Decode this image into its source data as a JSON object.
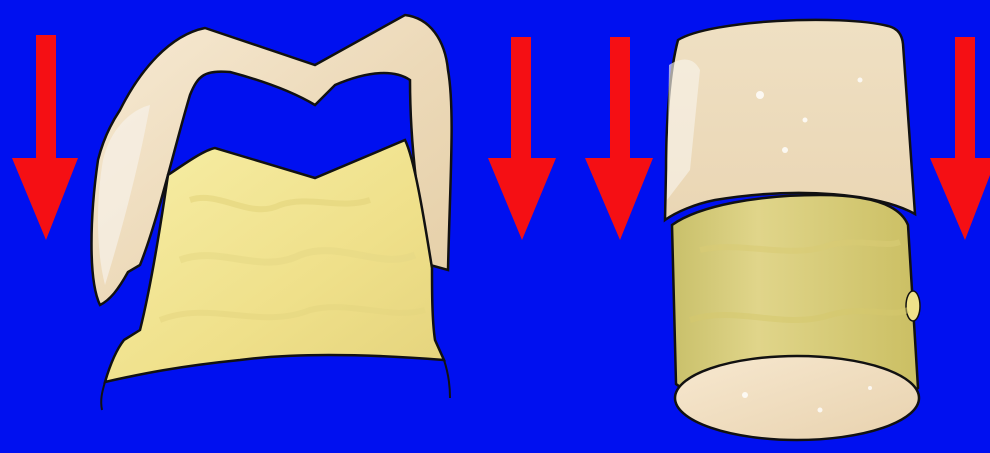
{
  "colors": {
    "background": "#0010f0",
    "arrow": "#f50f14",
    "crown": "#f3e1c2",
    "crown_shadow": "#d9c6a6",
    "abutment": "#f2e590",
    "abutment_dark": "#c9bc63",
    "outline": "#111111"
  },
  "figures": [
    {
      "name": "section-view",
      "arrows": 2
    },
    {
      "name": "side-view",
      "arrows": 2
    }
  ]
}
